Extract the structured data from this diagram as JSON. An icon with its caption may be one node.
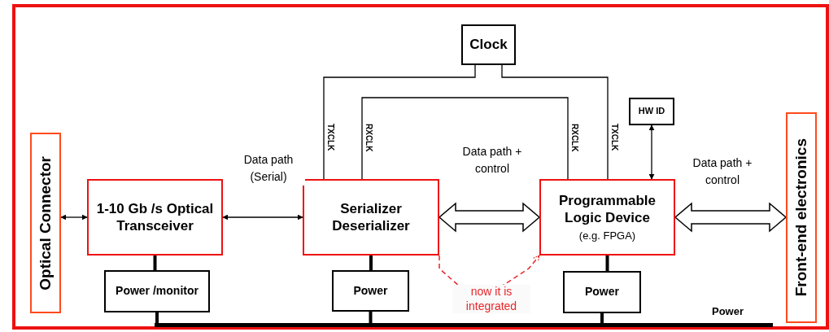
{
  "diagram": {
    "nodes": [
      {
        "text": [
          "Optical Connector"
        ]
      },
      {
        "text": [
          "1-10 Gb /s Optical Transceiver"
        ]
      },
      {
        "text": [
          "Power /monitor"
        ]
      },
      {
        "text": [
          "Serializer Deserializer"
        ]
      },
      {
        "text": [
          "Power"
        ]
      },
      {
        "text": [
          "Clock"
        ]
      },
      {
        "text": [
          "Programmable Logic Device",
          "(e.g. FPGA)"
        ]
      },
      {
        "text": [
          "Power"
        ]
      },
      {
        "text": [
          "HW ID"
        ]
      },
      {
        "text": [
          "Front-end electronics"
        ]
      },
      {
        "text": [],
        "shape": "bar",
        "beside": [
          "Power"
        ]
      }
    ],
    "edges": [
      {
        "from": 0,
        "to": 1,
        "arrow": "both"
      },
      {
        "from": 1,
        "to": 3,
        "arrow": "both",
        "label": "Data path (Serial)"
      },
      {
        "from": 3,
        "to": 6,
        "arrow": "both",
        "label": "Data path + control",
        "style": "thick"
      },
      {
        "from": 6,
        "to": 9,
        "arrow": "both",
        "label": "Data path + control",
        "style": "thick"
      },
      {
        "from": 8,
        "to": 6,
        "arrow": "both"
      },
      {
        "from": 5,
        "to": 3,
        "arrow": "none",
        "label": "TXCLK"
      },
      {
        "from": 5,
        "to": 6,
        "arrow": "none",
        "label": "TXCLK"
      },
      {
        "from": 3,
        "to": 6,
        "arrow": "none",
        "label": "RXCLK"
      },
      {
        "from": 3,
        "to": 6,
        "arrow": "to",
        "label": "now it is integrated",
        "style": "dashed",
        "color": "#e8262a"
      },
      {
        "from": 1,
        "to": 2,
        "arrow": "none",
        "style": "thick"
      },
      {
        "from": 3,
        "to": 4,
        "arrow": "none",
        "style": "thick"
      },
      {
        "from": 6,
        "to": 7,
        "arrow": "none",
        "style": "thick"
      },
      {
        "from": 2,
        "to": 10,
        "arrow": "none",
        "style": "thick"
      },
      {
        "from": 4,
        "to": 10,
        "arrow": "none",
        "style": "thick"
      },
      {
        "from": 7,
        "to": 10,
        "arrow": "none",
        "style": "thick"
      }
    ],
    "labels": [
      "RXCLK"
    ]
  }
}
